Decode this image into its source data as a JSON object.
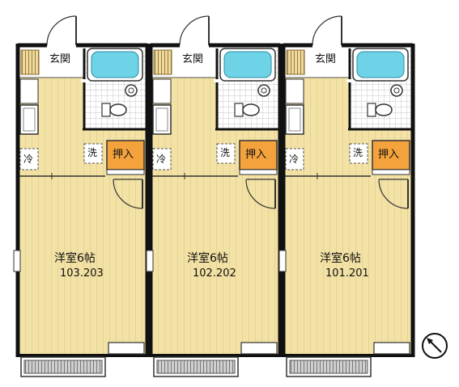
{
  "units": [
    {
      "genkan": "玄関",
      "rei": "冷",
      "sen": "洗",
      "oshiire": "押入",
      "room_type": "洋室6帖",
      "room_numbers": "103.203"
    },
    {
      "genkan": "玄関",
      "rei": "冷",
      "sen": "洗",
      "oshiire": "押入",
      "room_type": "洋室6帖",
      "room_numbers": "102.202"
    },
    {
      "genkan": "玄関",
      "rei": "冷",
      "sen": "洗",
      "oshiire": "押入",
      "room_type": "洋室6帖",
      "room_numbers": "101.201"
    }
  ],
  "compass": "north-arrow-icon",
  "colors": {
    "floor": "#f3e2a6",
    "entrance": "#ffffff",
    "closet": "#f4a23c",
    "wall": "#111111",
    "tub": "#6fd3e8",
    "balcony": "#a9a9a9"
  }
}
